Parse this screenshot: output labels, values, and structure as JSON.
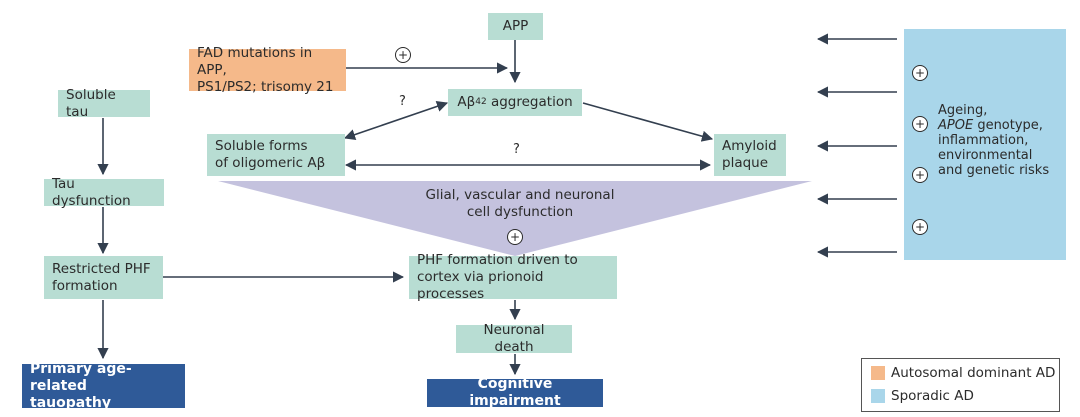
{
  "nodes": {
    "app": "APP",
    "fad": "FAD mutations in APP,\nPS1/PS2; trisomy 21",
    "soluble_tau": "Soluble tau",
    "ab42_prefix": "Aβ",
    "ab42_sub": "42",
    "ab42_suffix": " aggregation",
    "soluble_oligomeric": "Soluble forms\nof oligomeric Aβ",
    "amyloid_plaque": "Amyloid\nplaque",
    "tau_dysfunction": "Tau dysfunction",
    "glial": "Glial, vascular and neuronal\ncell dysfunction",
    "restricted_phf": "Restricted PHF\nformation",
    "phf_formation": "PHF formation driven to\ncortex via prionoid processes",
    "neuronal_death": "Neuronal death",
    "primary_tauopathy": "Primary age-related\ntauopathy",
    "cognitive_impairment": "Cognitive impairment"
  },
  "risks": {
    "ageing": "Ageing,",
    "apoe_italic": "APOE",
    "apoe_rest": " genotype,",
    "rest": "inflammation,\nenvironmental\nand genetic risks"
  },
  "symbols": {
    "plus": "+",
    "question": "?"
  },
  "legend": {
    "autosomal": "Autosomal dominant AD",
    "sporadic": "Sporadic AD"
  },
  "colors": {
    "node": "#b8ddd3",
    "fad": "#f5b98a",
    "sporadic": "#a9d6ea",
    "outcome": "#2f5a98",
    "triangle": "#c4c2de",
    "arrow": "#333f4f"
  }
}
